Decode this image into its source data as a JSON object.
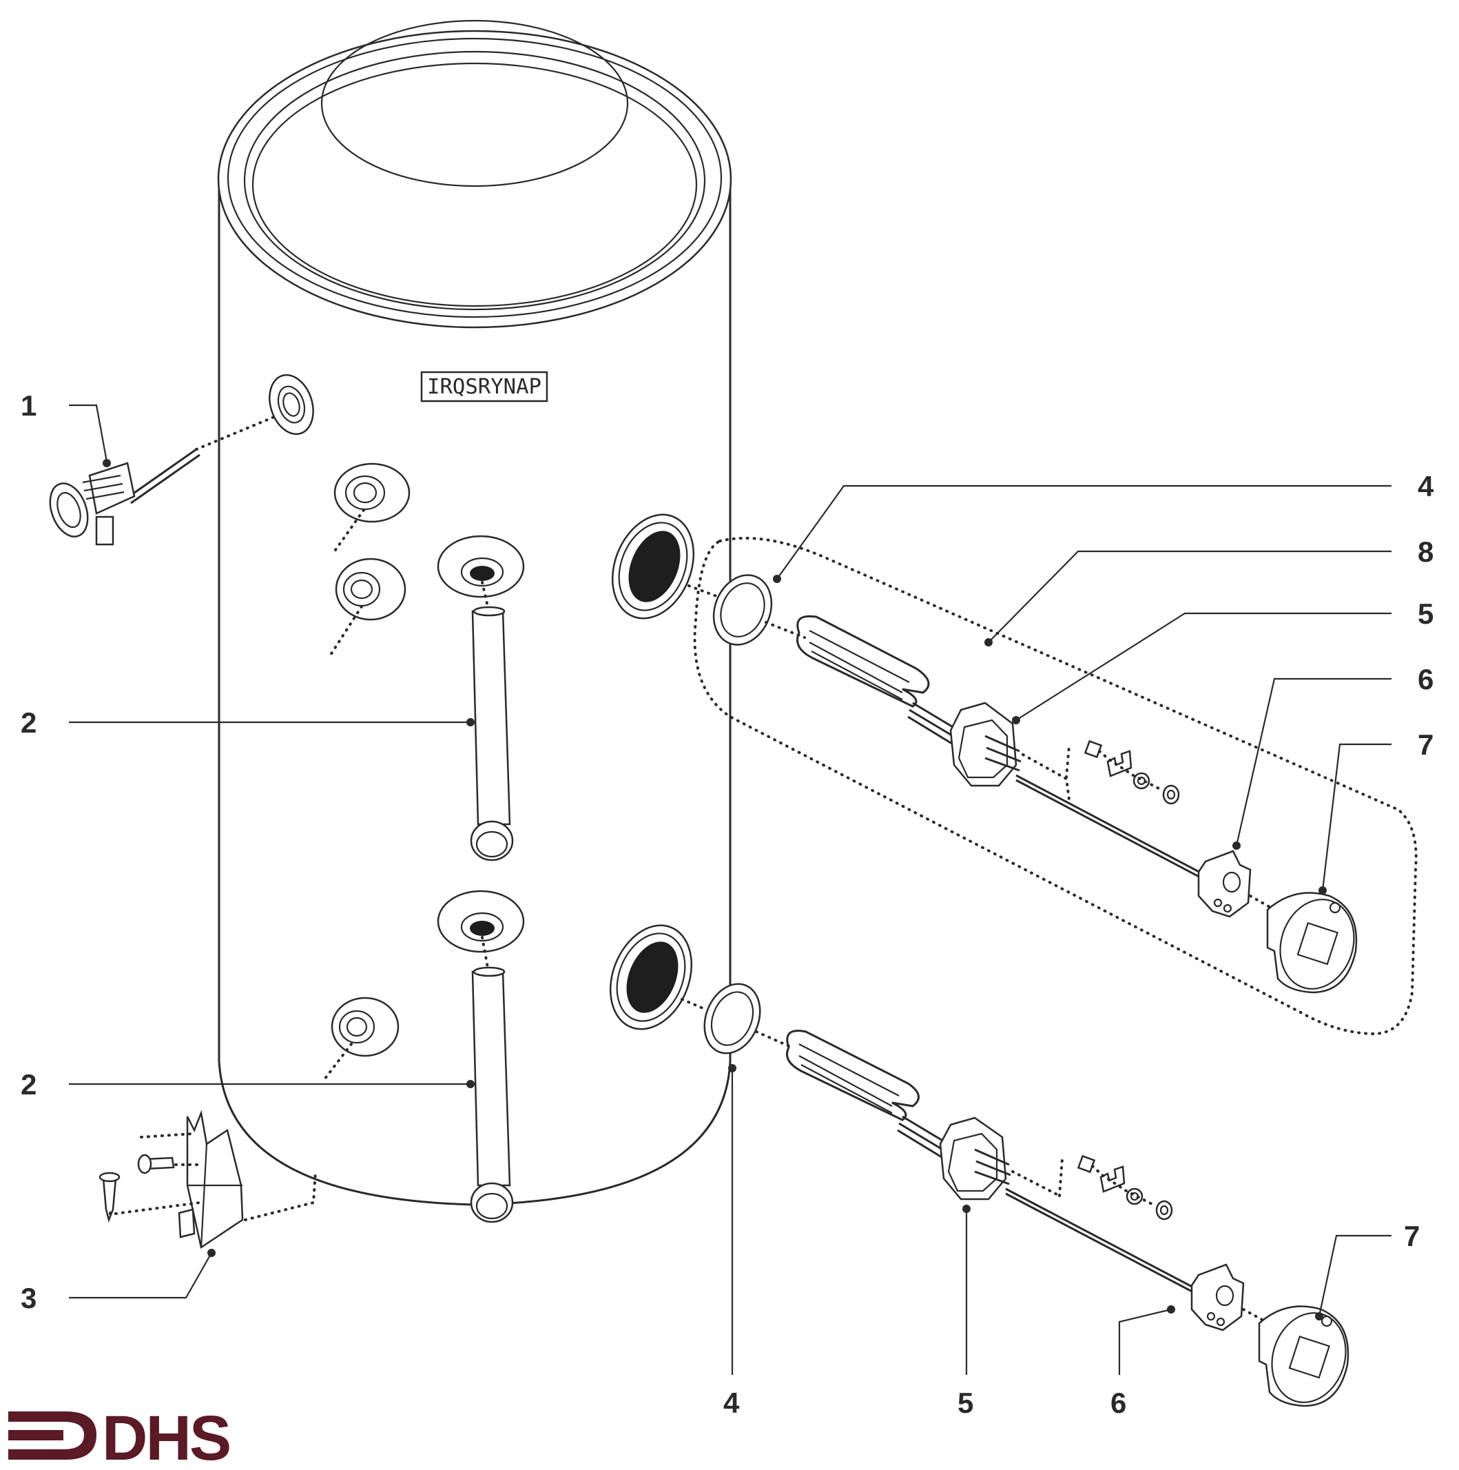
{
  "callouts": {
    "c1": "1",
    "c2a": "2",
    "c2b": "2",
    "c3": "3",
    "c4_top": "4",
    "c8": "8",
    "c5_top": "5",
    "c6_top": "6",
    "c7_top": "7",
    "c7_bottom": "7",
    "c4_bottom": "4",
    "c5_bottom": "5",
    "c6_bottom": "6"
  },
  "logo": {
    "text": "DHS",
    "color": "#5a1a26"
  },
  "nameplate": {
    "text": "IRQSRYNAP"
  },
  "colors": {
    "line": "#2a2a2a",
    "background": "#ffffff",
    "brand": "#5a1a26"
  }
}
